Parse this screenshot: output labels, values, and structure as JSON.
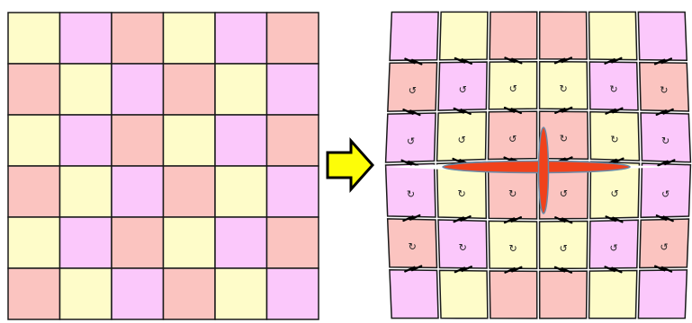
{
  "palette": {
    "cream": "#fefcc9",
    "pink": "#fbc4c0",
    "violet": "#fbc8fb",
    "arrow_fill": "#fdfd08",
    "crack_fill": "#f0421c",
    "crack_edge": "#6a8aa8",
    "stroke": "#1a1a1a"
  },
  "left_grid": {
    "rows": 6,
    "cols": 6,
    "colors": [
      [
        "cream",
        "violet",
        "pink",
        "cream",
        "violet",
        "pink"
      ],
      [
        "pink",
        "cream",
        "violet",
        "pink",
        "cream",
        "violet"
      ],
      [
        "cream",
        "violet",
        "pink",
        "cream",
        "violet",
        "pink"
      ],
      [
        "pink",
        "cream",
        "violet",
        "pink",
        "cream",
        "violet"
      ],
      [
        "cream",
        "violet",
        "pink",
        "cream",
        "violet",
        "pink"
      ],
      [
        "pink",
        "cream",
        "violet",
        "pink",
        "cream",
        "violet"
      ]
    ]
  },
  "right_grid": {
    "rows": 6,
    "cols": 6,
    "colors": [
      [
        "violet",
        "cream",
        "pink",
        "pink",
        "cream",
        "violet"
      ],
      [
        "pink",
        "violet",
        "cream",
        "cream",
        "violet",
        "pink"
      ],
      [
        "violet",
        "cream",
        "pink",
        "pink",
        "cream",
        "violet"
      ],
      [
        "violet",
        "cream",
        "pink",
        "pink",
        "cream",
        "violet"
      ],
      [
        "pink",
        "violet",
        "cream",
        "cream",
        "violet",
        "pink"
      ],
      [
        "violet",
        "cream",
        "pink",
        "pink",
        "cream",
        "violet"
      ]
    ],
    "rotation_glyphs": [
      [
        "",
        "",
        "",
        "",
        "",
        ""
      ],
      [
        "↺",
        "↺",
        "↺",
        "↻",
        "↻",
        "↻"
      ],
      [
        "↺",
        "↺",
        "↺",
        "↻",
        "↻",
        "↻"
      ],
      [
        "↻",
        "↻",
        "↻",
        "↺",
        "↺",
        "↺"
      ],
      [
        "↻",
        "↻",
        "↻",
        "↺",
        "↺",
        "↺"
      ],
      [
        "",
        "",
        "",
        "",
        "",
        ""
      ]
    ]
  },
  "transform_arrow": {
    "icon": "right-arrow-icon"
  },
  "crack": {
    "icon": "crack-icon"
  }
}
